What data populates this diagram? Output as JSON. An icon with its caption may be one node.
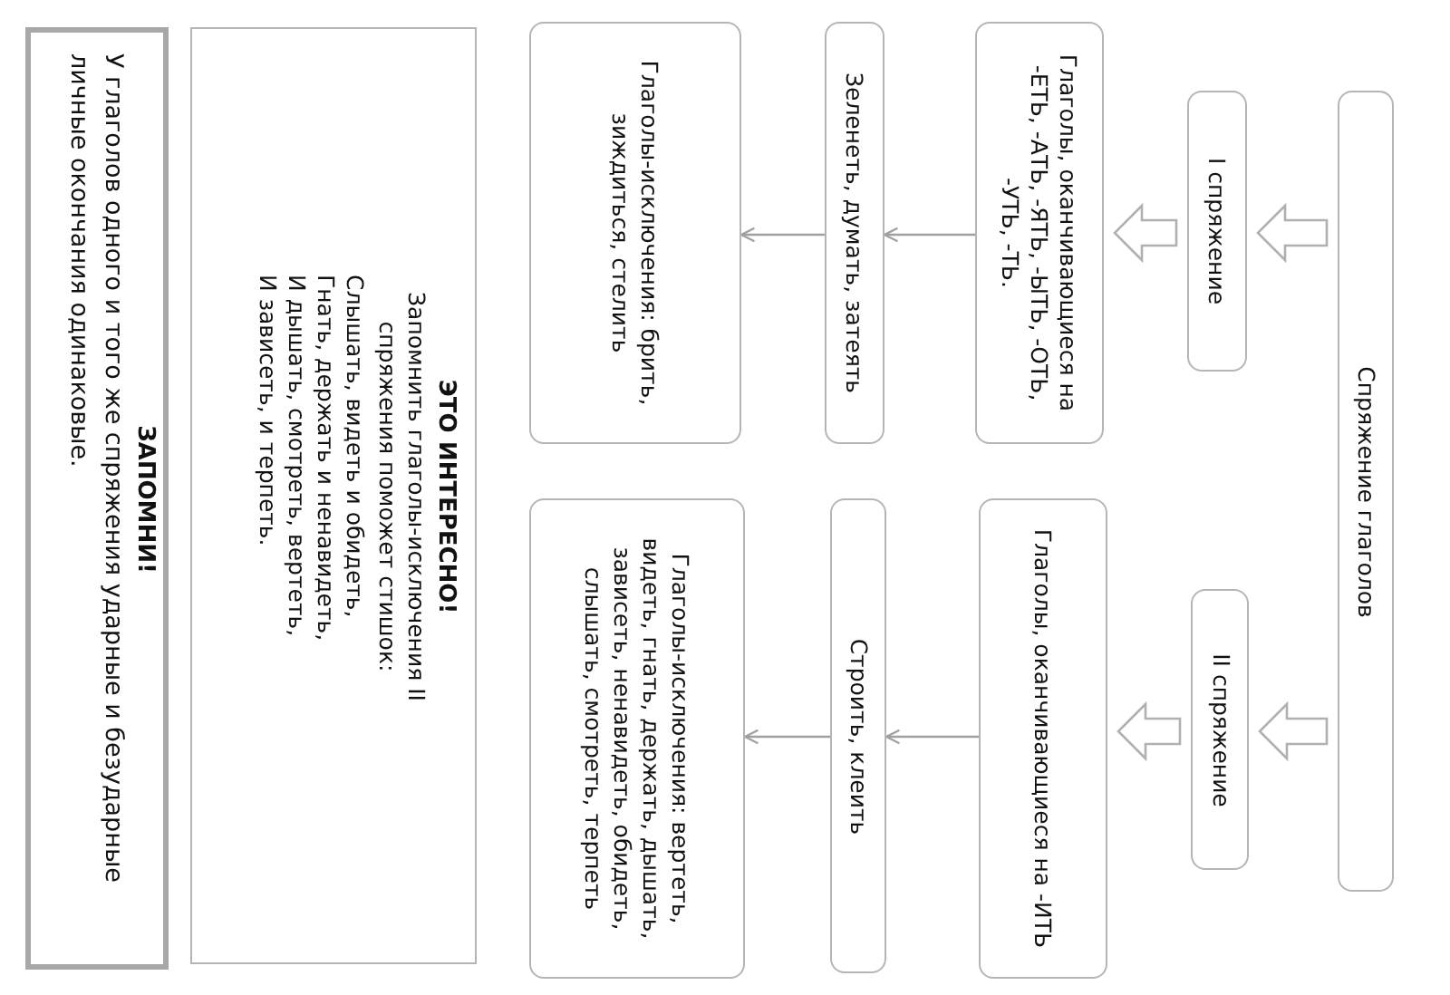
{
  "diagram": {
    "nodes": [
      {
        "text": [
          "Спряжение глаголов"
        ]
      },
      {
        "text": [
          "I спряжение"
        ]
      },
      {
        "text": [
          "II спряжение"
        ]
      },
      {
        "text": [
          "Глаголы, оканчивающиеся на -ЕТЬ, -АТЬ, -ЯТЬ, -ЫТЬ, -ОТЬ, -УТЬ, -ТЬ."
        ]
      },
      {
        "text": [
          "Глаголы, оканчивающиеся на -ИТЬ"
        ]
      },
      {
        "text": [
          "Зеленеть, думать, затеять"
        ]
      },
      {
        "text": [
          "Строить, клеить"
        ]
      },
      {
        "text": [
          "Глаголы-исключения: брить, зиждиться, стелить"
        ]
      },
      {
        "text": [
          "Глаголы-исключения: вертеть, видеть, гнать, держать, дышать, зависеть, ненавидеть, обидеть, слышать, смотреть, терпеть"
        ]
      },
      {
        "text": [
          "ЭТО ИНТЕРЕСНО!",
          "Запомнить глаголы-исключения II спряжения поможет стишок:",
          "Слышать, видеть и обидеть,",
          "Гнать, держать и ненавидеть,",
          "И дышать, смотреть, вертеть,",
          "И зависеть, и терпеть."
        ]
      },
      {
        "text": [
          "ЗАПОМНИ!",
          "У глаголов одного и того же спряжения ударные и безударные личные окончания одинаковые."
        ]
      }
    ],
    "edges": [
      {
        "from": 0,
        "to": 1,
        "arrow": "to",
        "style": "thick"
      },
      {
        "from": 0,
        "to": 2,
        "arrow": "to",
        "style": "thick"
      },
      {
        "from": 1,
        "to": 3,
        "arrow": "to",
        "style": "thick"
      },
      {
        "from": 2,
        "to": 4,
        "arrow": "to",
        "style": "thick"
      },
      {
        "from": 3,
        "to": 5,
        "arrow": "to"
      },
      {
        "from": 4,
        "to": 6,
        "arrow": "to"
      },
      {
        "from": 5,
        "to": 7,
        "arrow": "to"
      },
      {
        "from": 6,
        "to": 8,
        "arrow": "to"
      }
    ]
  }
}
